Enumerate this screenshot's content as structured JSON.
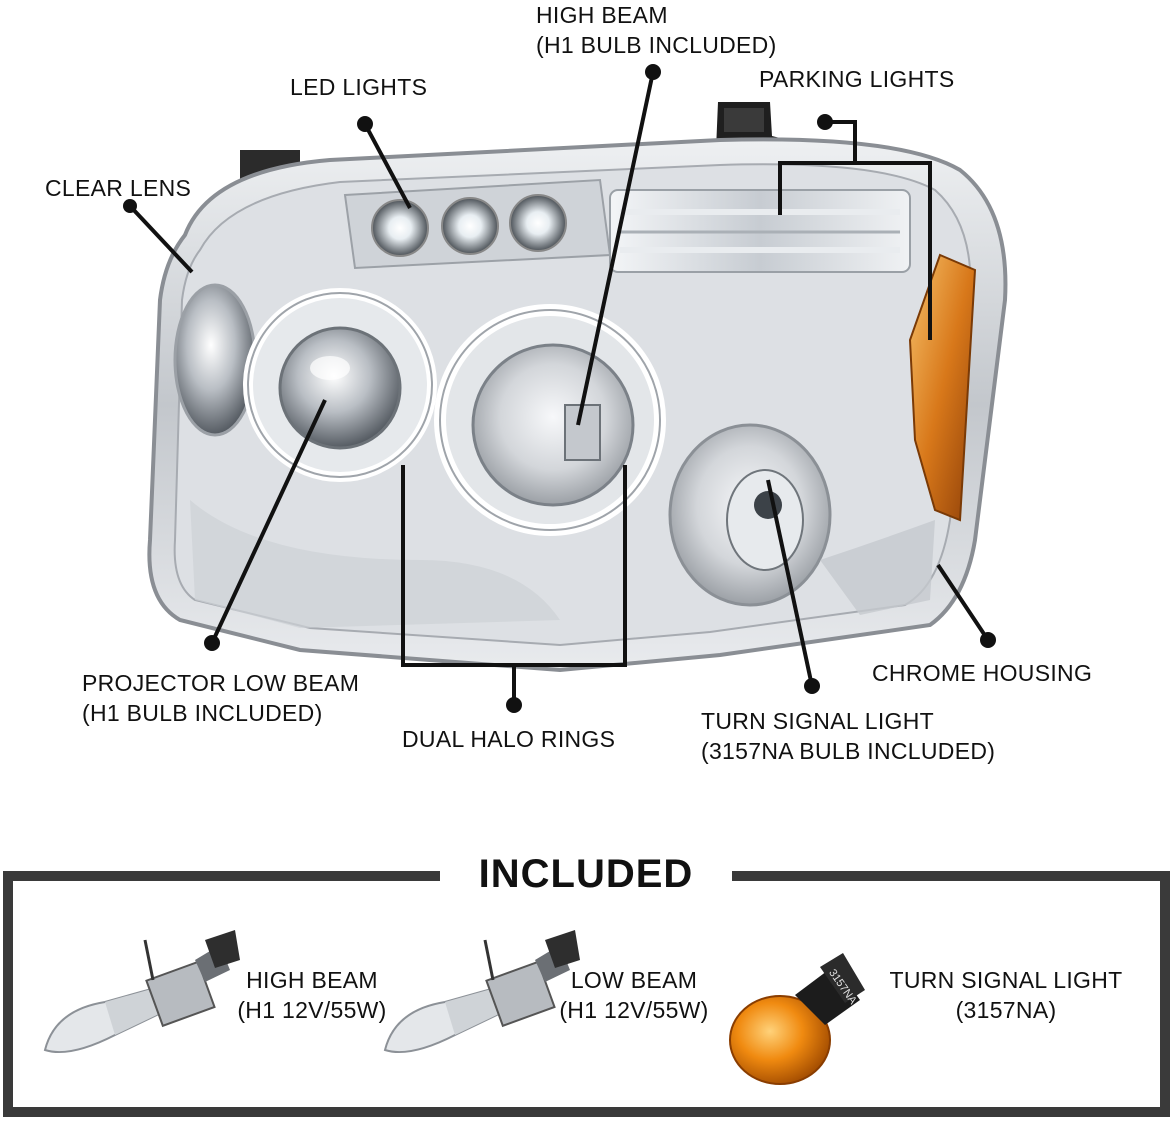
{
  "callouts": {
    "high_beam": {
      "line1": "HIGH BEAM",
      "line2": "(H1 BULB INCLUDED)"
    },
    "led_lights": {
      "line1": "LED LIGHTS"
    },
    "parking_lights": {
      "line1": "PARKING LIGHTS"
    },
    "clear_lens": {
      "line1": "CLEAR LENS"
    },
    "projector_low_beam": {
      "line1": "PROJECTOR LOW BEAM",
      "line2": "(H1 BULB INCLUDED)"
    },
    "dual_halo_rings": {
      "line1": "DUAL HALO RINGS"
    },
    "turn_signal_light": {
      "line1": "TURN SIGNAL LIGHT",
      "line2": "(3157NA BULB INCLUDED)"
    },
    "chrome_housing": {
      "line1": "CHROME HOUSING"
    }
  },
  "included": {
    "title": "INCLUDED",
    "items": [
      {
        "line1": "HIGH BEAM",
        "line2": "(H1 12V/55W)",
        "icon": "h1-bulb-icon"
      },
      {
        "line1": "LOW BEAM",
        "line2": "(H1 12V/55W)",
        "icon": "h1-bulb-icon"
      },
      {
        "line1": "TURN SIGNAL LIGHT",
        "line2": "(3157NA)",
        "icon": "amber-3157-bulb-icon",
        "bulb_text": "3157NA"
      }
    ]
  },
  "colors": {
    "chrome": "#c9ccd0",
    "amber": "#e07a12",
    "frame": "#3a3a3a",
    "callout": "#111111"
  }
}
